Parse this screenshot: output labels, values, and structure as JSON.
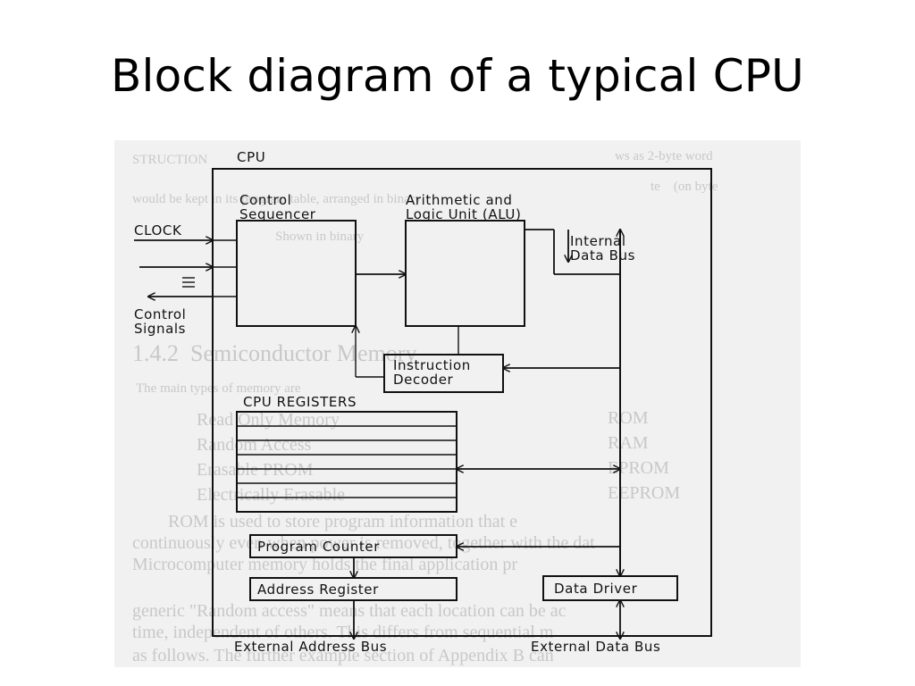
{
  "title": "Block diagram of a typical CPU",
  "diagram": {
    "cpu_label": "CPU",
    "control_sequencer": [
      "Control",
      "Sequencer"
    ],
    "alu": [
      "Arithmetic and",
      "Logic Unit (ALU)"
    ],
    "internal_data_bus": [
      "Internal",
      "Data Bus"
    ],
    "clock": "CLOCK",
    "control_signals": [
      "Control",
      "Signals"
    ],
    "instruction_decoder": [
      "Instruction",
      "Decoder"
    ],
    "cpu_registers": "CPU REGISTERS",
    "program_counter": "Program Counter",
    "address_register": "Address Register",
    "data_driver": "Data Driver",
    "external_address_bus": "External Address Bus",
    "external_data_bus": "External Data Bus"
  }
}
